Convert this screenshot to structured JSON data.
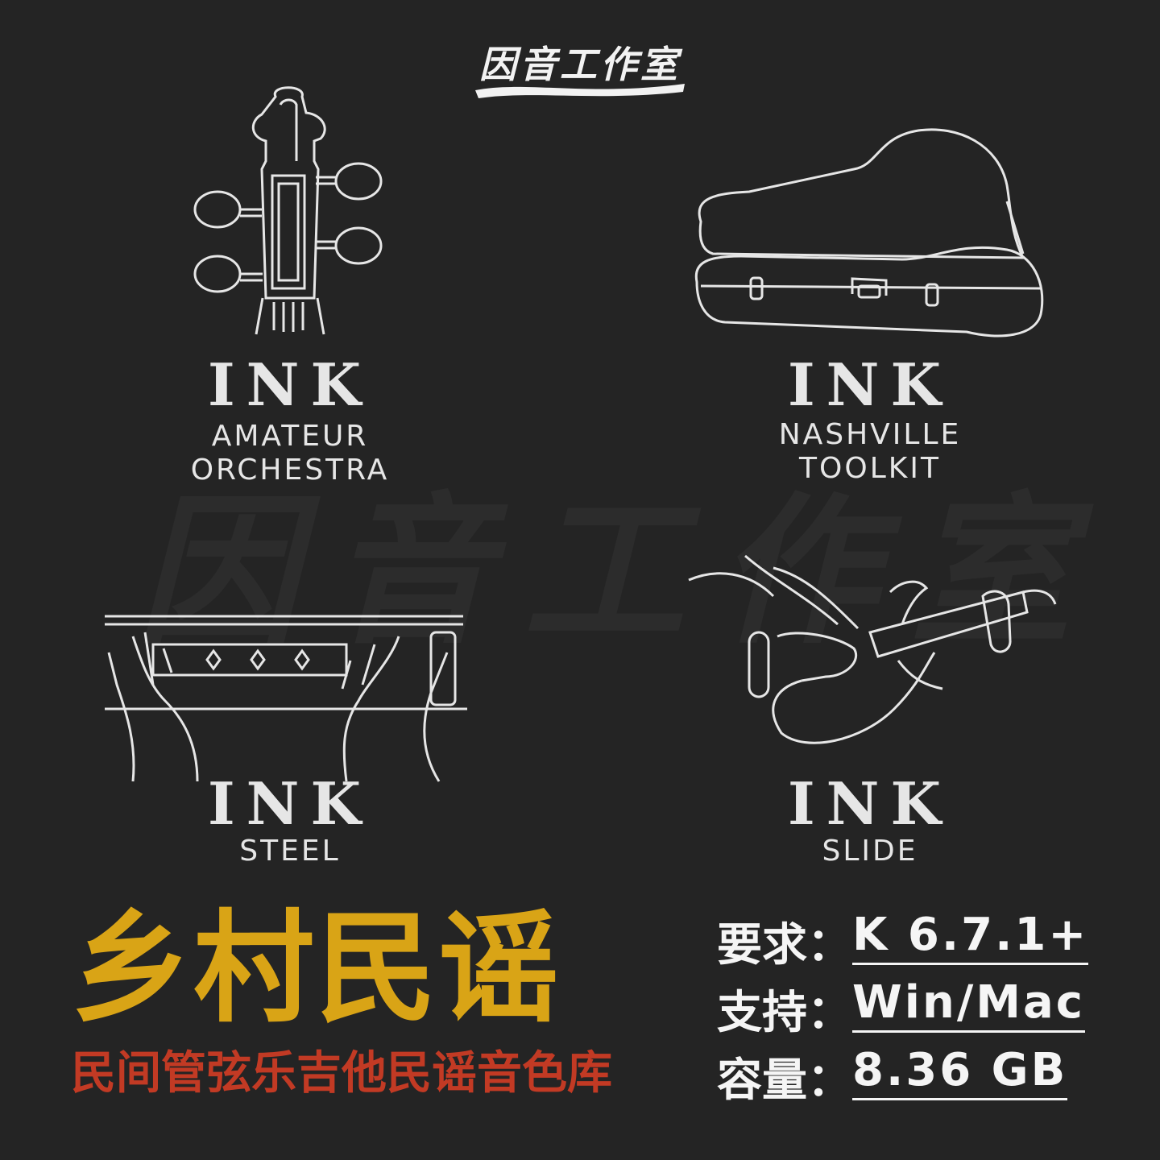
{
  "brand": {
    "logo_text": "因音工作室",
    "watermark_text": "因音工作室"
  },
  "products": [
    {
      "brand": "INK",
      "name_lines": [
        "AMATEUR",
        "ORCHESTRA"
      ]
    },
    {
      "brand": "INK",
      "name_lines": [
        "NASHVILLE",
        "TOOLKIT"
      ]
    },
    {
      "brand": "INK",
      "name_lines": [
        "STEEL"
      ]
    },
    {
      "brand": "INK",
      "name_lines": [
        "SLIDE"
      ]
    }
  ],
  "title": {
    "main": "乡村民谣",
    "subtitle": "民间管弦乐吉他民谣音色库"
  },
  "specs": [
    {
      "label": "要求：",
      "value": "K 6.7.1+"
    },
    {
      "label": "支持：",
      "value": "Win/Mac"
    },
    {
      "label": "容量：",
      "value": "8.36 GB"
    }
  ],
  "colors": {
    "background": "#242424",
    "title": "#d9a416",
    "subtitle": "#c23a24",
    "line_art": "#e6e6e6"
  }
}
